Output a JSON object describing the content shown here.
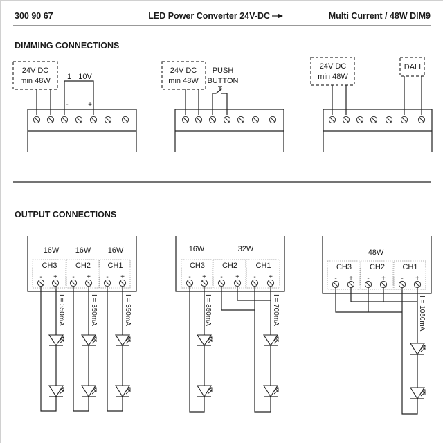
{
  "header": {
    "part_number": "300 90 67",
    "title_left": "LED Power Converter 24V-DC",
    "title_right": "Multi Current / 48W DIM9"
  },
  "dimming": {
    "heading": "DIMMING CONNECTIONS",
    "supply_line1": "24V DC",
    "supply_line2": "min 48W",
    "d1": {
      "label_1": "1",
      "label_10v": "10V",
      "minus": "-",
      "plus": "+"
    },
    "d2": {
      "push_line1": "PUSH",
      "push_line2": "BUTTON"
    },
    "d3": {
      "dali": "DALI"
    }
  },
  "output": {
    "heading": "OUTPUT CONNECTIONS",
    "minus": "-",
    "plus": "+",
    "channels": [
      "CH3",
      "CH2",
      "CH1"
    ],
    "o1": {
      "powers": [
        "16W",
        "16W",
        "16W"
      ],
      "currents": [
        "I = 350mA",
        "I = 350mA",
        "I = 350mA"
      ]
    },
    "o2": {
      "powers": [
        "16W",
        "32W"
      ],
      "currents": [
        "I = 350mA",
        "I = 700mA"
      ]
    },
    "o3": {
      "powers": [
        "48W"
      ],
      "currents": [
        "I = 1050mA"
      ]
    }
  }
}
